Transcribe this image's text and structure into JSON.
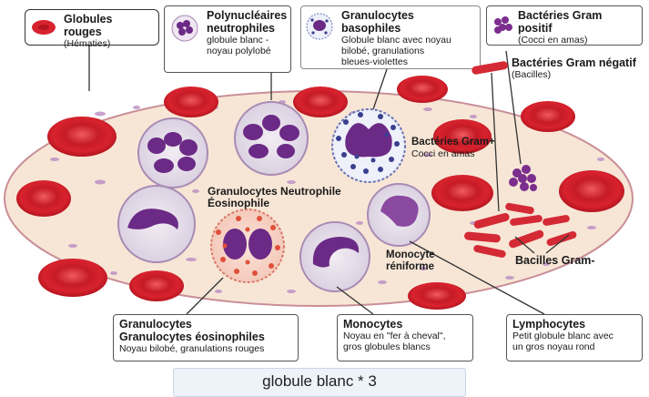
{
  "legend": {
    "rbc": {
      "title": "Globules rouges",
      "sub": "(Hématies)"
    },
    "neutro": {
      "title_1": "Polynucléaires",
      "title_2": "neutrophiles",
      "sub_1": "globule blanc -",
      "sub_2": "noyau polylobé"
    },
    "baso": {
      "title": "Granulocytes basophiles",
      "sub_1": "Globule blanc avec noyau",
      "sub_2": "bilobé, granulations",
      "sub_3": "bleues-violettes"
    },
    "gram_pos": {
      "title": "Bactéries Gram positif",
      "sub": "(Cocci en amas)"
    },
    "gram_neg": {
      "title": "Bactéries Gram négatif",
      "sub": "(Bacilles)"
    },
    "eosino": {
      "title_1": "Granulocytes",
      "title_2": "Granulocytes éosinophiles",
      "sub": "Noyau bilobé, granulations rouges"
    },
    "mono": {
      "title": "Monocytes",
      "sub_1": "Noyau en \"fer à cheval\",",
      "sub_2": "gros globules blancs"
    },
    "lympho": {
      "title": "Lymphocytes",
      "sub_1": "Petit globule blanc avec",
      "sub_2": "un gros noyau rond"
    }
  },
  "inner_labels": {
    "gram_plus_1": "Bactéries Gram+",
    "gram_plus_2": "Cocci en amas",
    "gran_neutro_1": "Granulocytes Neutrophile",
    "gran_neutro_2": "Éosinophile",
    "mono_reni_1": "Monocyte",
    "mono_reni_2": "réniforme",
    "bacilles": "Bacilles Gram-"
  },
  "caption": "globule blanc * 3",
  "colors": {
    "plasma": "#f7e6d6",
    "rbc": "#d8232e",
    "nucleus": "#6b2a86",
    "eosino_granule": "#e0503a",
    "baso_granule": "#3a3f8f",
    "bacteria_neg": "#d42a35",
    "bacteria_pos": "#7b2e8e"
  }
}
